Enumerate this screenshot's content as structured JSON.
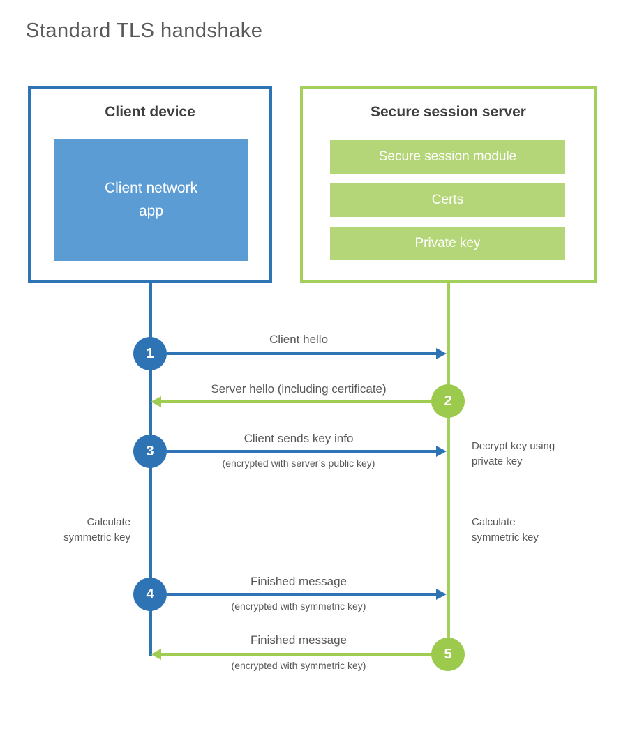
{
  "title": "Standard TLS handshake",
  "colors": {
    "blue": "#2e74b5",
    "blue_fill": "#5b9cd5",
    "green_border": "#a3cf5b",
    "green_bar": "#b5d678",
    "green_circle": "#9cca4d",
    "label_text": "#575757",
    "heading_text": "#3f3f3f",
    "white": "#ffffff"
  },
  "client_box": {
    "heading": "Client device",
    "app_line1": "Client network",
    "app_line2": "app"
  },
  "server_box": {
    "heading": "Secure session server",
    "modules": [
      "Secure session module",
      "Certs",
      "Private key"
    ]
  },
  "steps": [
    {
      "num": "1",
      "actor": "client",
      "direction": "right",
      "label": "Client hello",
      "sub": ""
    },
    {
      "num": "2",
      "actor": "server",
      "direction": "left",
      "label": "Server hello (including certificate)",
      "sub": ""
    },
    {
      "num": "3",
      "actor": "client",
      "direction": "right",
      "label": "Client sends key info",
      "sub": "(encrypted with server’s public key)"
    },
    {
      "num": "4",
      "actor": "client",
      "direction": "right",
      "label": "Finished message",
      "sub": "(encrypted with symmetric key)"
    },
    {
      "num": "5",
      "actor": "server",
      "direction": "left",
      "label": "Finished message",
      "sub": "(encrypted with symmetric key)"
    }
  ],
  "annotations": {
    "decrypt_line1": "Decrypt key using",
    "decrypt_line2": "private key",
    "calc_left_line1": "Calculate",
    "calc_left_line2": "symmetric key",
    "calc_right_line1": "Calculate",
    "calc_right_line2": "symmetric key"
  }
}
